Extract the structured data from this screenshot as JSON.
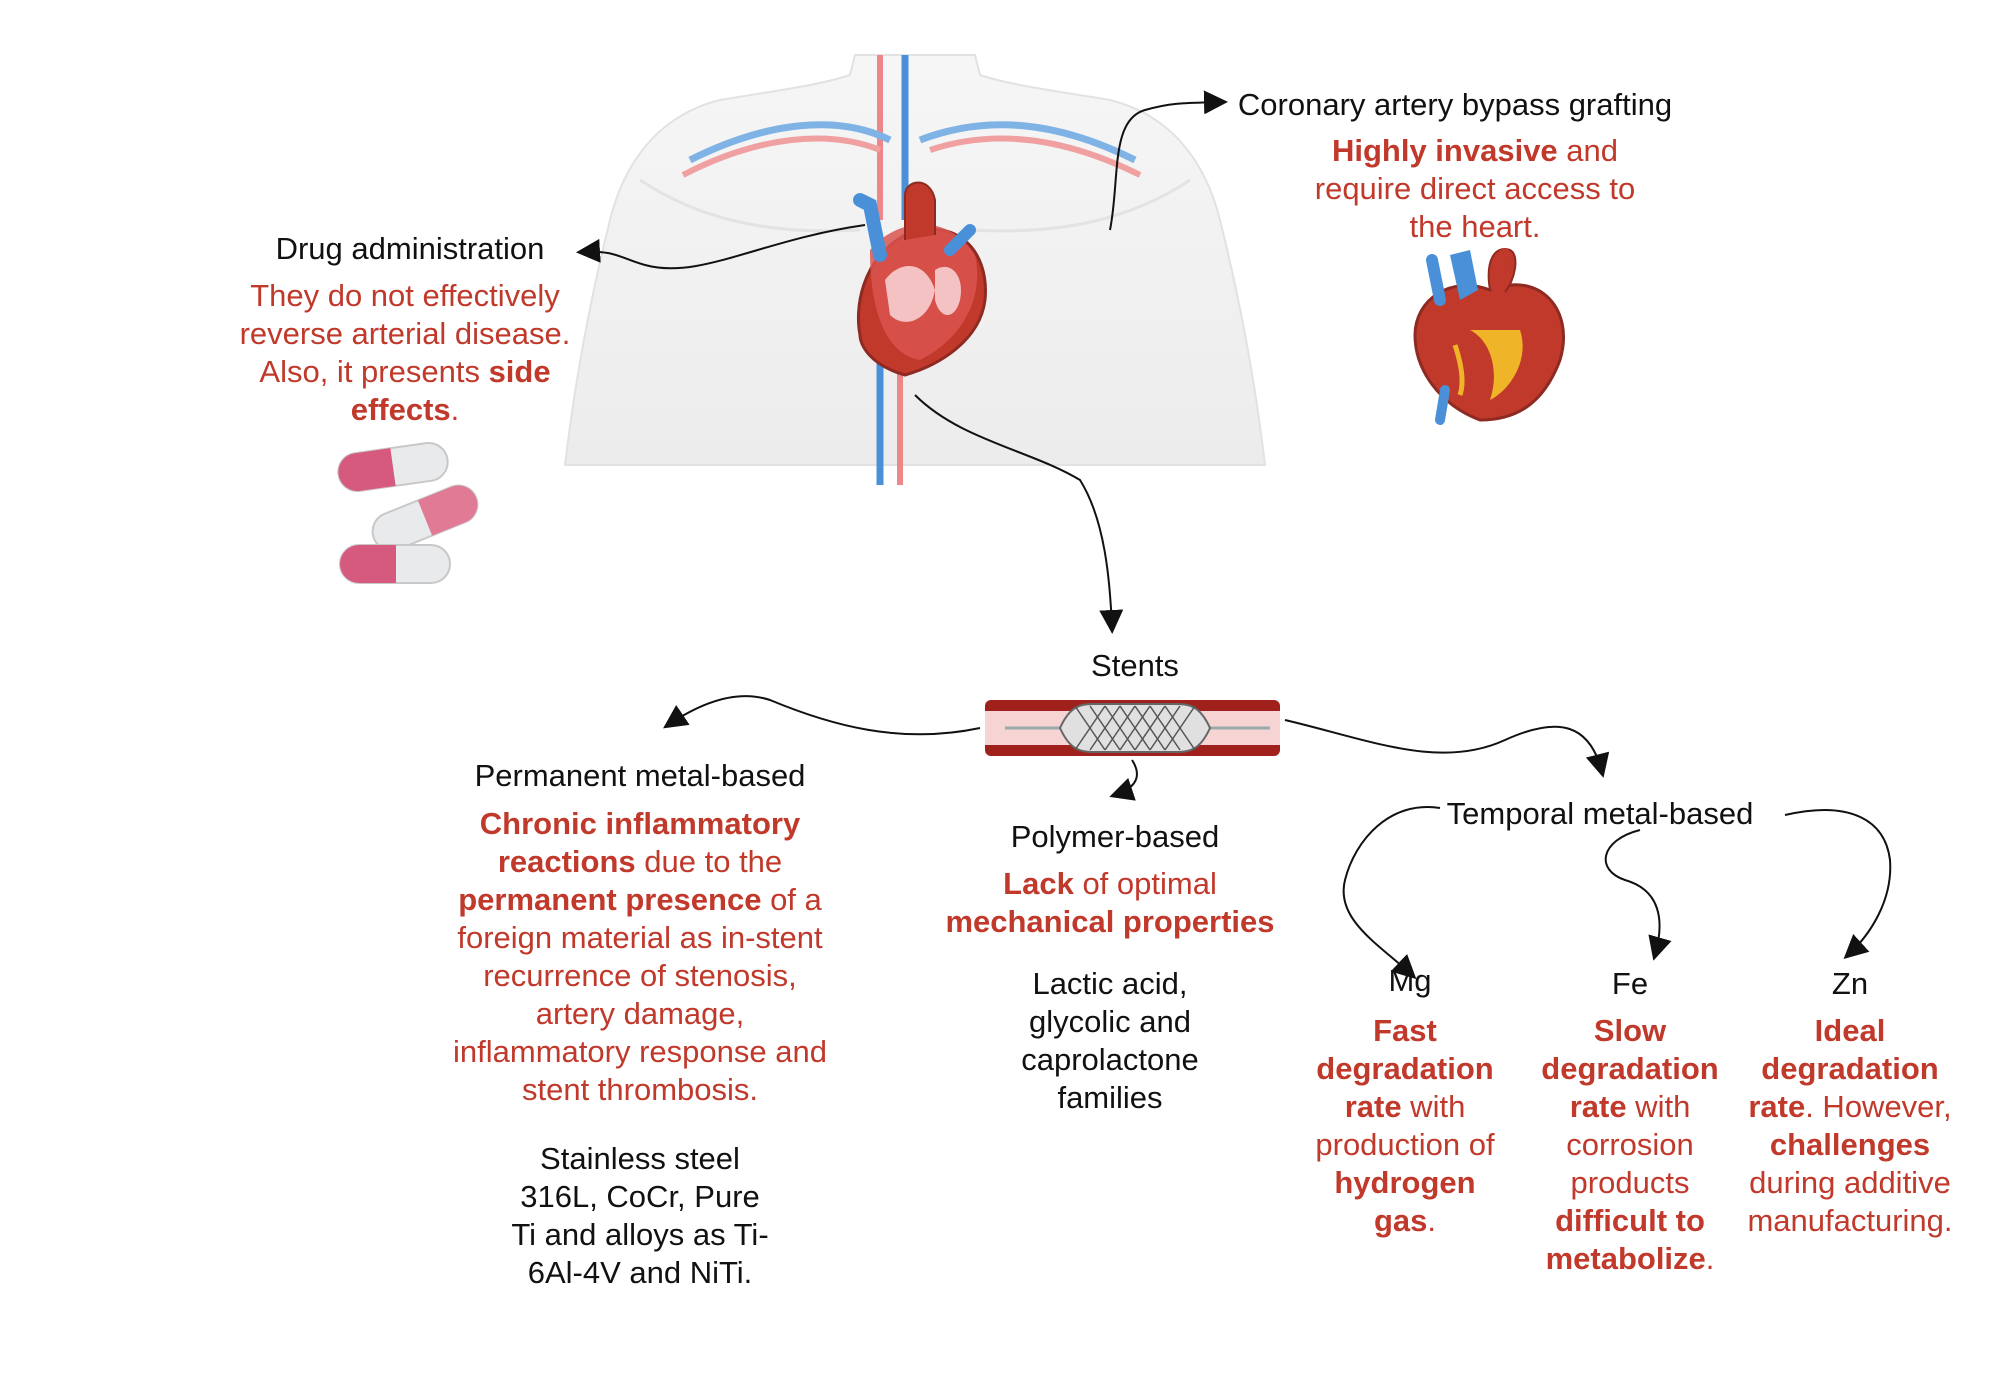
{
  "colors": {
    "accent_red": "#c0392b",
    "text": "#111111",
    "artery_red": "#e8565a",
    "vein_blue": "#4a90d9"
  },
  "drug": {
    "title": "Drug administration",
    "desc_1": "They do not effectively reverse arterial disease. Also, it presents ",
    "desc_bold": "side effects",
    "desc_2": "."
  },
  "cabg": {
    "title": "Coronary artery bypass grafting",
    "desc_bold": "Highly invasive",
    "desc_1": " and require direct access to the heart."
  },
  "stents": {
    "title": "Stents"
  },
  "permanent": {
    "title": "Permanent metal-based",
    "desc_b1": "Chronic inflammatory reactions",
    "desc_1": " due to the ",
    "desc_b2": "permanent presence",
    "desc_2": " of a foreign material as in-stent recurrence of stenosis, artery damage, inflammatory response and stent thrombosis.",
    "materials": "Stainless steel 316L, CoCr, Pure Ti and alloys as Ti-6Al-4V and NiTi."
  },
  "polymer": {
    "title": "Polymer-based",
    "desc_b1": "Lack",
    "desc_1": " of optimal ",
    "desc_b2": "mechanical properties",
    "materials": "Lactic acid, glycolic and caprolactone families"
  },
  "temporal": {
    "title": "Temporal metal-based"
  },
  "mg": {
    "title": "Mg",
    "b1": "Fast degradation rate",
    "t1": " with production of ",
    "b2": "hydrogen gas",
    "t2": "."
  },
  "fe": {
    "title": "Fe",
    "b1": "Slow degradation rate",
    "t1": " with corrosion products ",
    "b2": "difficult to metabolize",
    "t2": "."
  },
  "zn": {
    "title": "Zn",
    "b1": "Ideal degradation rate",
    "t1": ". However, ",
    "b2": "challenges",
    "t2": " during additive manufacturing."
  },
  "icons": [
    "torso-with-heart-icon",
    "pill-capsule-icon",
    "heart-icon",
    "stent-in-artery-icon"
  ]
}
